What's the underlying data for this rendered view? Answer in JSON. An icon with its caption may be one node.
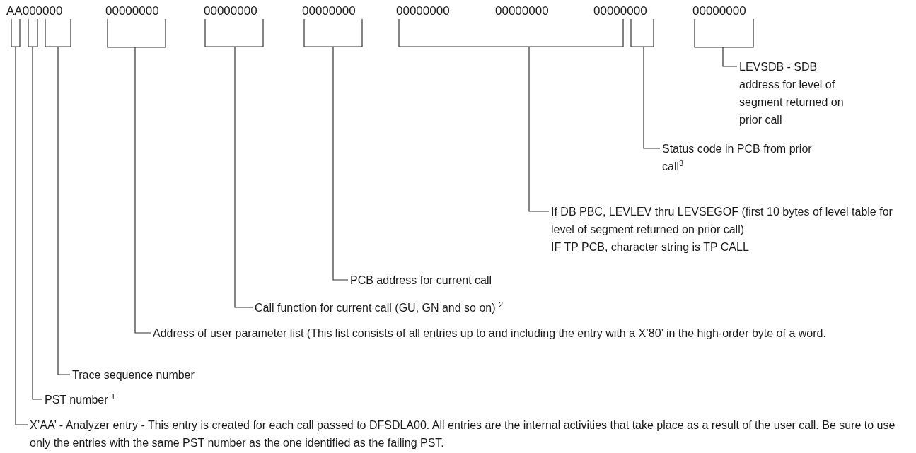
{
  "diagram": {
    "nodes": [
      {
        "text": [],
        "shape": "bracket"
      },
      {
        "text": [],
        "shape": "bracket"
      },
      {
        "text": [],
        "shape": "bracket"
      },
      {
        "text": [],
        "shape": "bracket"
      },
      {
        "text": [],
        "shape": "bracket"
      },
      {
        "text": [],
        "shape": "bracket"
      },
      {
        "text": [],
        "shape": "bracket"
      },
      {
        "text": [],
        "shape": "bracket"
      },
      {
        "text": [],
        "shape": "bracket"
      },
      {
        "text": [
          "LEVSDB - SDB address for level of segment returned on prior call"
        ]
      },
      {
        "text": [
          "Status code in PCB from prior call$^{3}$"
        ]
      },
      {
        "text": [
          "If DB PBC, LEVLEV thru LEVSEGOF (first 10 bytes of level table for level of segment returned on prior call)",
          "IF TP PCB, character string is TP CALL"
        ]
      },
      {
        "text": [
          "PCB address for current call"
        ]
      },
      {
        "text": [
          "Call function for current call (GU, GN and so on) $^{2}$"
        ]
      },
      {
        "text": [
          "Address of user parameter list (This list consists of all entries up to and including the entry with a X’80’ in the high-order byte of a word."
        ]
      },
      {
        "text": [
          "Trace sequence number"
        ]
      },
      {
        "text": [
          "PST number $^{1}$"
        ]
      },
      {
        "text": [
          "X’AA’ - Analyzer entry - This entry is created for each call passed to DFSDLA00. All entries are the internal activities that take place as a result of the user call. Be sure to use only the entries with the same PST number as the one identified as the failing PST."
        ]
      }
    ],
    "edges": [
      {
        "from": 9,
        "to": 8,
        "arrow": "none"
      },
      {
        "from": 10,
        "to": 7,
        "arrow": "none"
      },
      {
        "from": 11,
        "to": 6,
        "arrow": "none"
      },
      {
        "from": 12,
        "to": 5,
        "arrow": "none"
      },
      {
        "from": 13,
        "to": 4,
        "arrow": "none"
      },
      {
        "from": 14,
        "to": 3,
        "arrow": "none"
      },
      {
        "from": 15,
        "to": 2,
        "arrow": "none"
      },
      {
        "from": 16,
        "to": 1,
        "arrow": "none"
      },
      {
        "from": 17,
        "to": 0,
        "arrow": "none"
      }
    ],
    "labels": [
      "AA000000",
      "00000000",
      "00000000",
      "00000000",
      "00000000",
      "00000000",
      "00000000",
      "00000000"
    ]
  }
}
